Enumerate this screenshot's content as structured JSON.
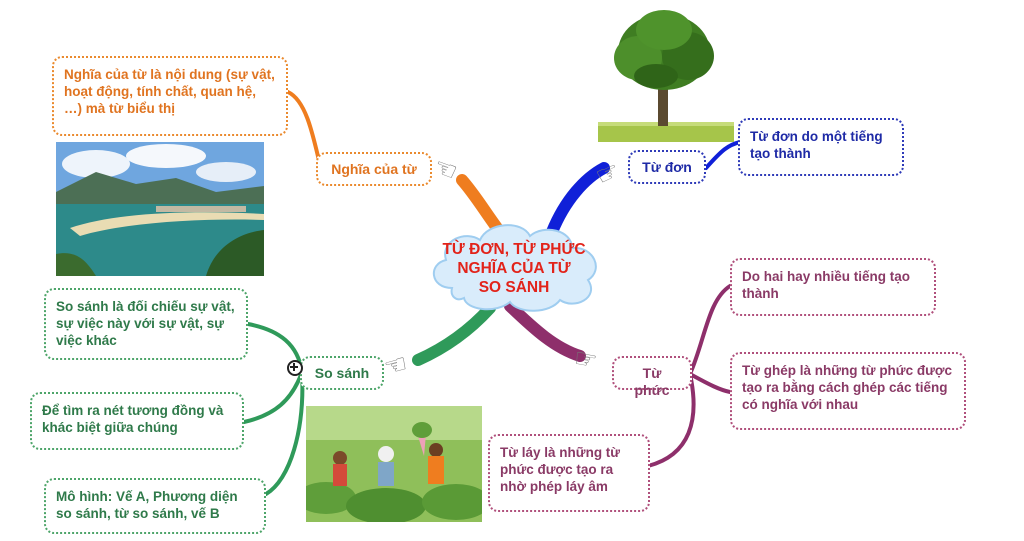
{
  "central_topic": {
    "lines": [
      "TỪ ĐƠN, TỪ PHỨC",
      "NGHĨA CỦA TỪ",
      "SO SÁNH"
    ]
  },
  "branches": {
    "nghia_cua_tu": {
      "label": "Nghĩa của từ",
      "color": "#ef8a2a",
      "notes": [
        "Nghĩa của từ là nội dung (sự vật, hoạt động, tính chất, quan hệ, …) mà từ biểu thị"
      ]
    },
    "tu_don": {
      "label": "Từ đơn",
      "color": "#1a2ed6",
      "notes": [
        "Từ đơn do một tiếng tạo thành"
      ]
    },
    "tu_phuc": {
      "label": "Từ phức",
      "color": "#8e2f6b",
      "notes": [
        "Do hai hay nhiều tiếng tạo thành",
        "Từ ghép là những từ phức được tạo ra bằng cách ghép các tiếng có nghĩa với nhau",
        "Từ láy là những từ phức được tạo ra nhờ phép láy âm"
      ]
    },
    "so_sanh": {
      "label": "So sánh",
      "color": "#2f9a5a",
      "notes": [
        "So sánh là đối chiếu sự vật, sự việc này với sự vật, sự việc khác",
        "Để tìm ra nét tương đồng và khác biệt giữa chúng",
        "Mô hình: Vế A, Phương diện so sánh, từ so sánh, vế B"
      ]
    }
  },
  "images": {
    "tree": "tree-image",
    "landscape": "coastal-landscape-image",
    "children": "children-lotus-field-image"
  },
  "icons": {
    "pointer": "pointing-hand-icon",
    "cursor": "zoom-cursor-icon"
  }
}
